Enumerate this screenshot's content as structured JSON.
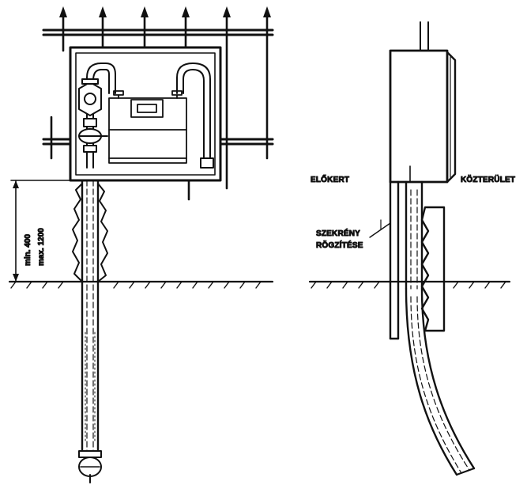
{
  "labels": {
    "front_yard": "ELŐKERT",
    "public_area": "KÖZTERÜLET",
    "cabinet_line1": "SZEKRÉNY",
    "cabinet_line2": "RÖGZÍTÉSE",
    "dim_min": "min. 400",
    "dim_max": "max. 1200"
  },
  "colors": {
    "ink": "#111111",
    "paper": "#ffffff"
  }
}
